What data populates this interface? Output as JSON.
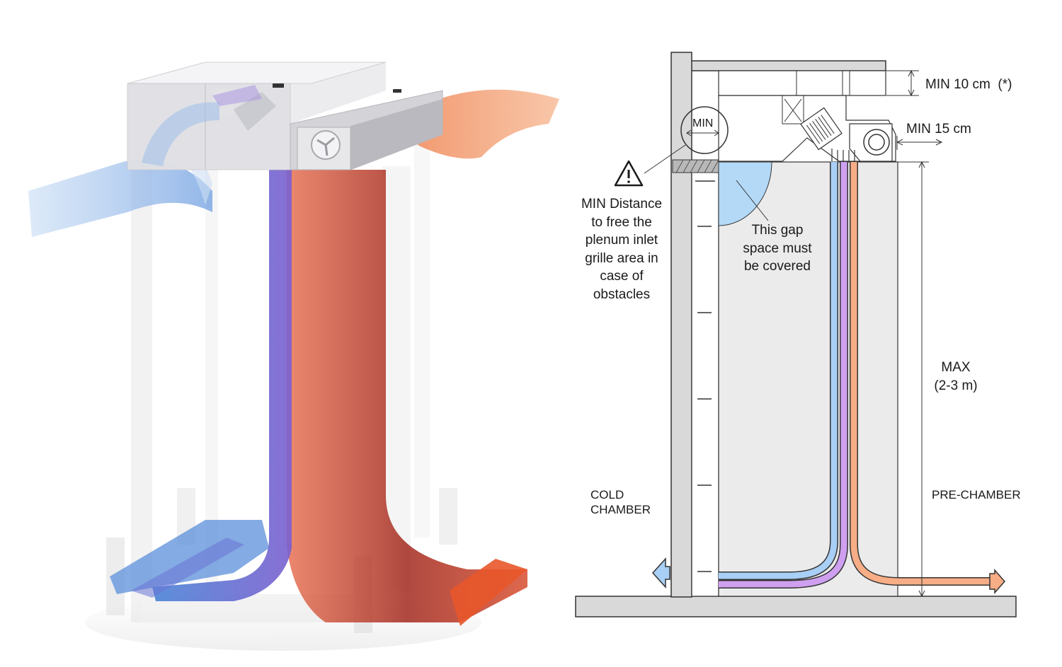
{
  "labels": {
    "min_circle": "MIN",
    "min_10": "MIN 10 cm  (*)",
    "min_15": "MIN 15 cm",
    "min_distance": [
      "MIN Distance",
      "to free the",
      "plenum inlet",
      "grille area in",
      "case of",
      "obstacles"
    ],
    "gap": [
      "This gap",
      "space must",
      "be covered"
    ],
    "max": [
      "MAX",
      "(2-3 m)"
    ],
    "cold_chamber": [
      "COLD",
      "CHAMBER"
    ],
    "pre_chamber": "PRE-CHAMBER"
  },
  "icons": [
    "warning-icon",
    "fan-icon",
    "motor-icon",
    "airflow-arrow-icon"
  ],
  "colors": {
    "cold_air": "#7fb2e6",
    "cold_air_light": "#bcd6f2",
    "recirculation": "#b98ce8",
    "warm_air": "#f0905e",
    "warm_air_light": "#f6b48f",
    "wall": "#d9d9d9",
    "chamber_fill": "#ebebeb",
    "line": "#333333"
  }
}
